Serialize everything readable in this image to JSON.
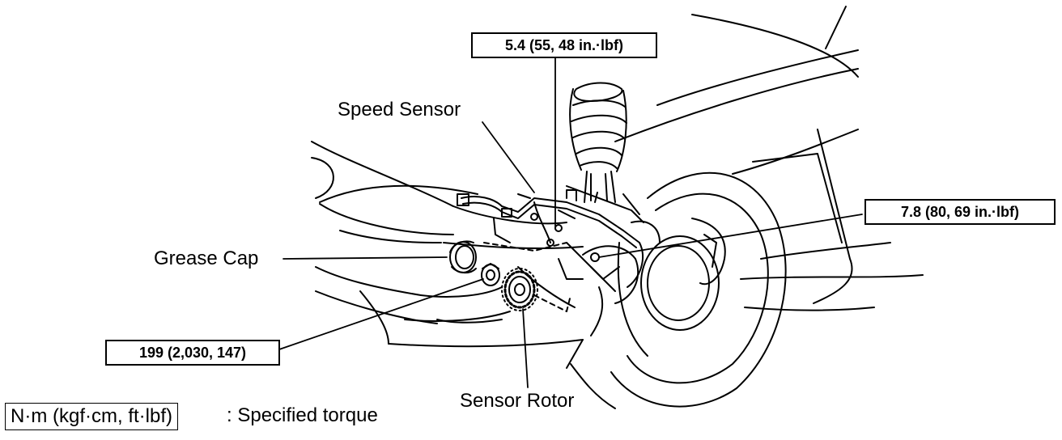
{
  "labels": {
    "torque_top": "5.4 (55, 48 in.·lbf)",
    "torque_right": "7.8 (80, 69 in.·lbf)",
    "torque_left": "199 (2,030, 147)",
    "speed_sensor": "Speed Sensor",
    "grease_cap": "Grease Cap",
    "sensor_rotor": "Sensor Rotor"
  },
  "legend": {
    "unit_box": "N·m (kgf·cm, ft·lbf)",
    "description": ": Specified torque"
  }
}
